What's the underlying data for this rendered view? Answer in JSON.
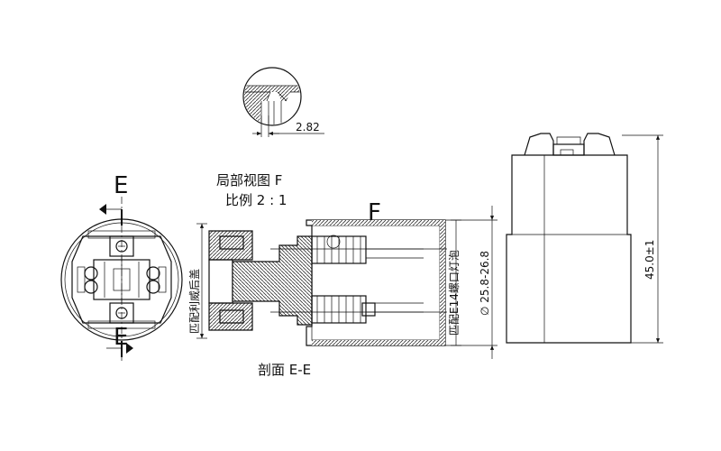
{
  "labels": {
    "section_marker": "E",
    "detail_marker": "F",
    "detail_title": "局部视图 F",
    "detail_scale": "比例 2 : 1",
    "section_title": "剖面 E-E",
    "left_vertical_note": "匹配利威后盖",
    "right_vertical_note": "匹配E14螺口灯泡",
    "dim_thickness": "2.82",
    "dim_diameter": "∅ 25.8-26.8",
    "dim_height": "45.0±1"
  }
}
